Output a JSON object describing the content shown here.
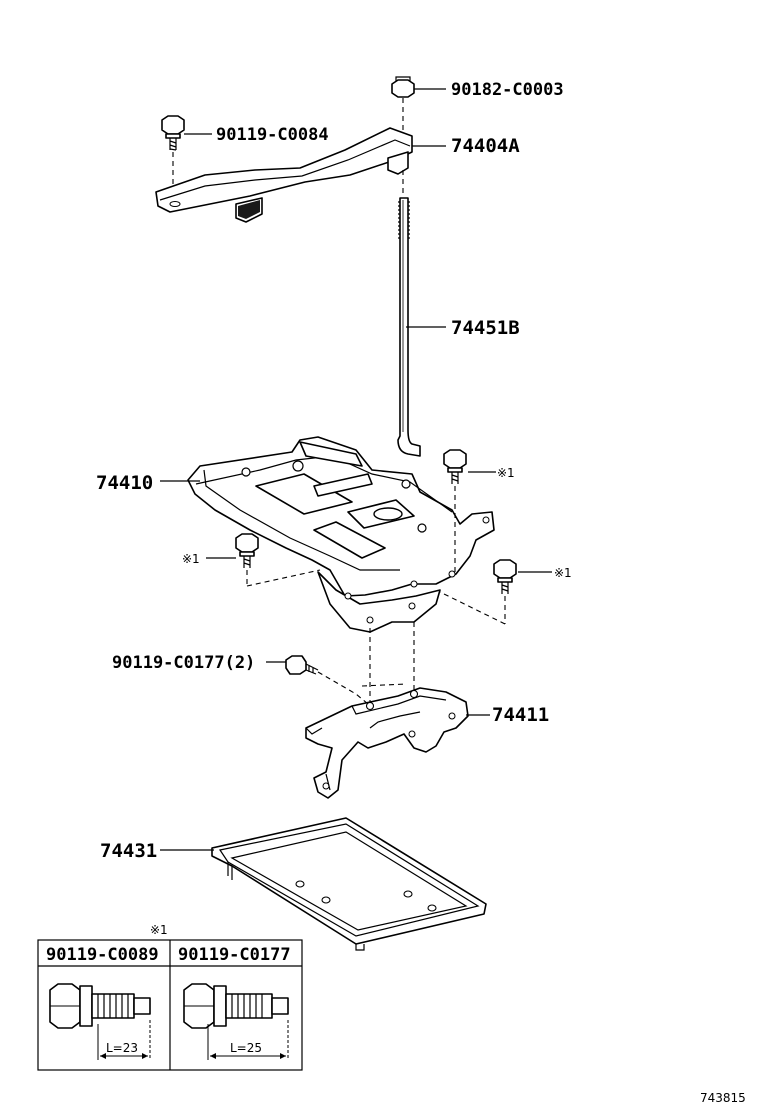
{
  "parts": {
    "nut_top": "90182-C0003",
    "bolt_clamp": "90119-C0084",
    "clamp": "74404A",
    "rod": "74451B",
    "carrier": "74410",
    "bolt_left_note": "※1",
    "bolt_right_top_note": "※1",
    "bolt_right_note": "※1",
    "bolt_bracket": "90119-C0177(2)",
    "bracket": "74411",
    "tray": "74431"
  },
  "legend": {
    "marker": "※1",
    "col1": "90119-C0089",
    "col2": "90119-C0177",
    "dim1": "L=23",
    "dim2": "L=25"
  },
  "diagram_code": "743815"
}
